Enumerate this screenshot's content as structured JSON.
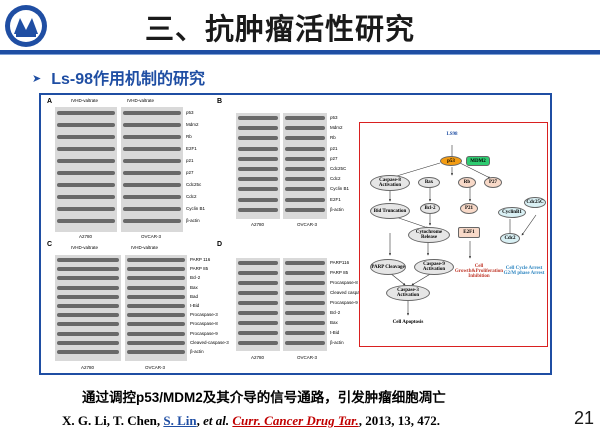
{
  "slide": {
    "title": "三、抗肿瘤活性研究",
    "bullet": "Ls-98作用机制的研究",
    "caption": "通过调控p53/MDM2及其介导的信号通路，引发肿瘤细胞凋亡",
    "reference": {
      "authors_a": "X. G. Li, T. Chen, ",
      "author_b": "S. Lin",
      "authors_c": ", ",
      "etal": "et al.",
      "journal": "Curr. Cancer Drug Tar.",
      "rest": ", 2013, 13, 472."
    },
    "page_number": "21"
  },
  "colors": {
    "accent": "#1f4ea3",
    "highlight": "#c00000"
  },
  "figure": {
    "panels": [
      "A",
      "B",
      "C",
      "D"
    ],
    "panel_a": {
      "groups": [
        "IVHD-valtrate",
        "IVHD-valtrate"
      ],
      "labels": [
        "p53",
        "Mdm2",
        "Rb",
        "E2F1",
        "p21",
        "p27",
        "Cdc25c",
        "Cdc2",
        "Cyclin B1",
        "β-actin"
      ],
      "cells": [
        "A2780",
        "OVCAR-3"
      ]
    },
    "panel_b": {
      "labels": [
        "p53",
        "Mdm2",
        "Rb",
        "p21",
        "p27",
        "Cdc25C",
        "Cdc2",
        "Cyclin B1",
        "E2F1",
        "β-actin"
      ],
      "cells": [
        "A2780",
        "OVCAR-3"
      ]
    },
    "panel_c": {
      "groups": [
        "IVHD-valtrate",
        "IVHD-valtrate"
      ],
      "labels": [
        "PARP 116",
        "PARP 85",
        "Bcl-2",
        "Bax",
        "Bad",
        "t-Bid",
        "Procaspase-3",
        "Procaspase-8",
        "Procaspase-9",
        "Cleaved-caspase-3",
        "β-actin"
      ],
      "cells": [
        "A2780",
        "OVCAR-3"
      ]
    },
    "panel_d": {
      "labels": [
        "PARP116",
        "PARP 85",
        "Procaspase-8",
        "Cleaved caspase-3",
        "Procaspase-9",
        "Bcl-2",
        "Bax",
        "t-Bid",
        "β-actin"
      ],
      "cells": [
        "A2780",
        "OVCAR-3"
      ]
    },
    "pathway": {
      "top": "LS98",
      "p53": "p53",
      "mdm2": "MDM2",
      "casp8": "Caspase-8 Activation",
      "bax": "Bax",
      "rb": "Rb",
      "p27": "P27",
      "bid": "Bid Truncation",
      "bcl2": "Bcl-2",
      "p21": "P21",
      "cyclinb1": "CyclinB1",
      "cdc25c": "Cdc25C",
      "e2f1": "E2F1",
      "cdc2": "Cdc2",
      "cytc": "Cytochrome Release",
      "parp": "PARP Cleavage",
      "casp9": "Caspase-9 Activation",
      "casp3": "Caspase-3 Activation",
      "apoptosis": "Cell Apoptosis",
      "growth_inhibit": "Cell Growth&Proliferation Inhibition",
      "cycle_arrest": "Cell Cycle Arrest G2/M phase Arrest"
    }
  }
}
